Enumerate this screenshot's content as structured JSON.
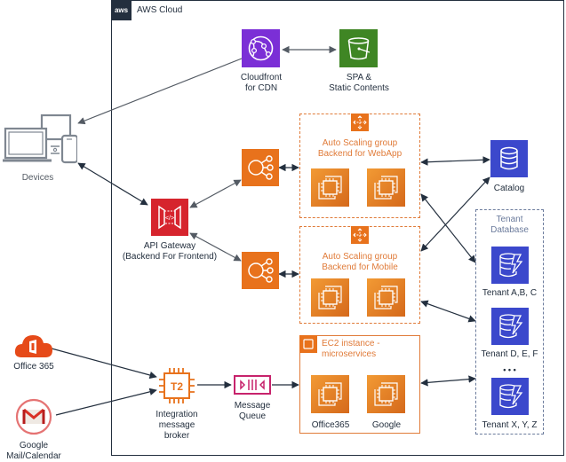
{
  "cloud": {
    "logo_text": "aws",
    "title": "AWS Cloud"
  },
  "nodes": {
    "cloudfront": {
      "label_line1": "Cloudfront",
      "label_line2": "for CDN",
      "icon": "cloudfront-icon",
      "color": "#7b2fd6"
    },
    "s3": {
      "label_line1": "SPA &",
      "label_line2": "Static Contents",
      "icon": "s3-bucket-icon",
      "color": "#3f8624"
    },
    "devices": {
      "label": "Devices",
      "icon": "devices-icon"
    },
    "api_gateway": {
      "label_line1": "API Gateway",
      "label_line2": "(Backend For Frontend)",
      "icon": "api-gateway-icon",
      "color": "#d6242d"
    },
    "elb_web": {
      "icon": "load-balancer-icon",
      "color": "#e8721c"
    },
    "elb_mobile": {
      "icon": "load-balancer-icon",
      "color": "#e8721c"
    },
    "asg_web": {
      "title_line1": "Auto Scaling group",
      "title_line2": "Backend for WebApp"
    },
    "asg_mobile": {
      "title_line1": "Auto Scaling group",
      "title_line2": "Backend for Mobile"
    },
    "ec2_micro": {
      "title_line1": "EC2 instance -",
      "title_line2": "microservices",
      "instances": [
        "Office365",
        "Google"
      ]
    },
    "catalog": {
      "label": "Catalog",
      "icon": "database-icon",
      "color": "#3b48cc"
    },
    "tenant_db": {
      "title_line1": "Tenant",
      "title_line2": "Database",
      "tenants": [
        "Tenant A,B, C",
        "Tenant D, E, F",
        "Tenant X, Y, Z"
      ],
      "ellipsis": "• • •"
    },
    "office365": {
      "label": "Office 365",
      "icon": "office365-icon",
      "color": "#e64a19"
    },
    "gmail": {
      "label_line1": "Google",
      "label_line2": "Mail/Calendar",
      "icon": "gmail-icon",
      "color": "#d93025"
    },
    "broker": {
      "label_line1": "Integration",
      "label_line2": "message",
      "label_line3": "broker",
      "chip_text": "T2",
      "color": "#e8721c"
    },
    "queue": {
      "label_line1": "Message",
      "label_line2": "Queue",
      "color": "#c7236c"
    }
  }
}
